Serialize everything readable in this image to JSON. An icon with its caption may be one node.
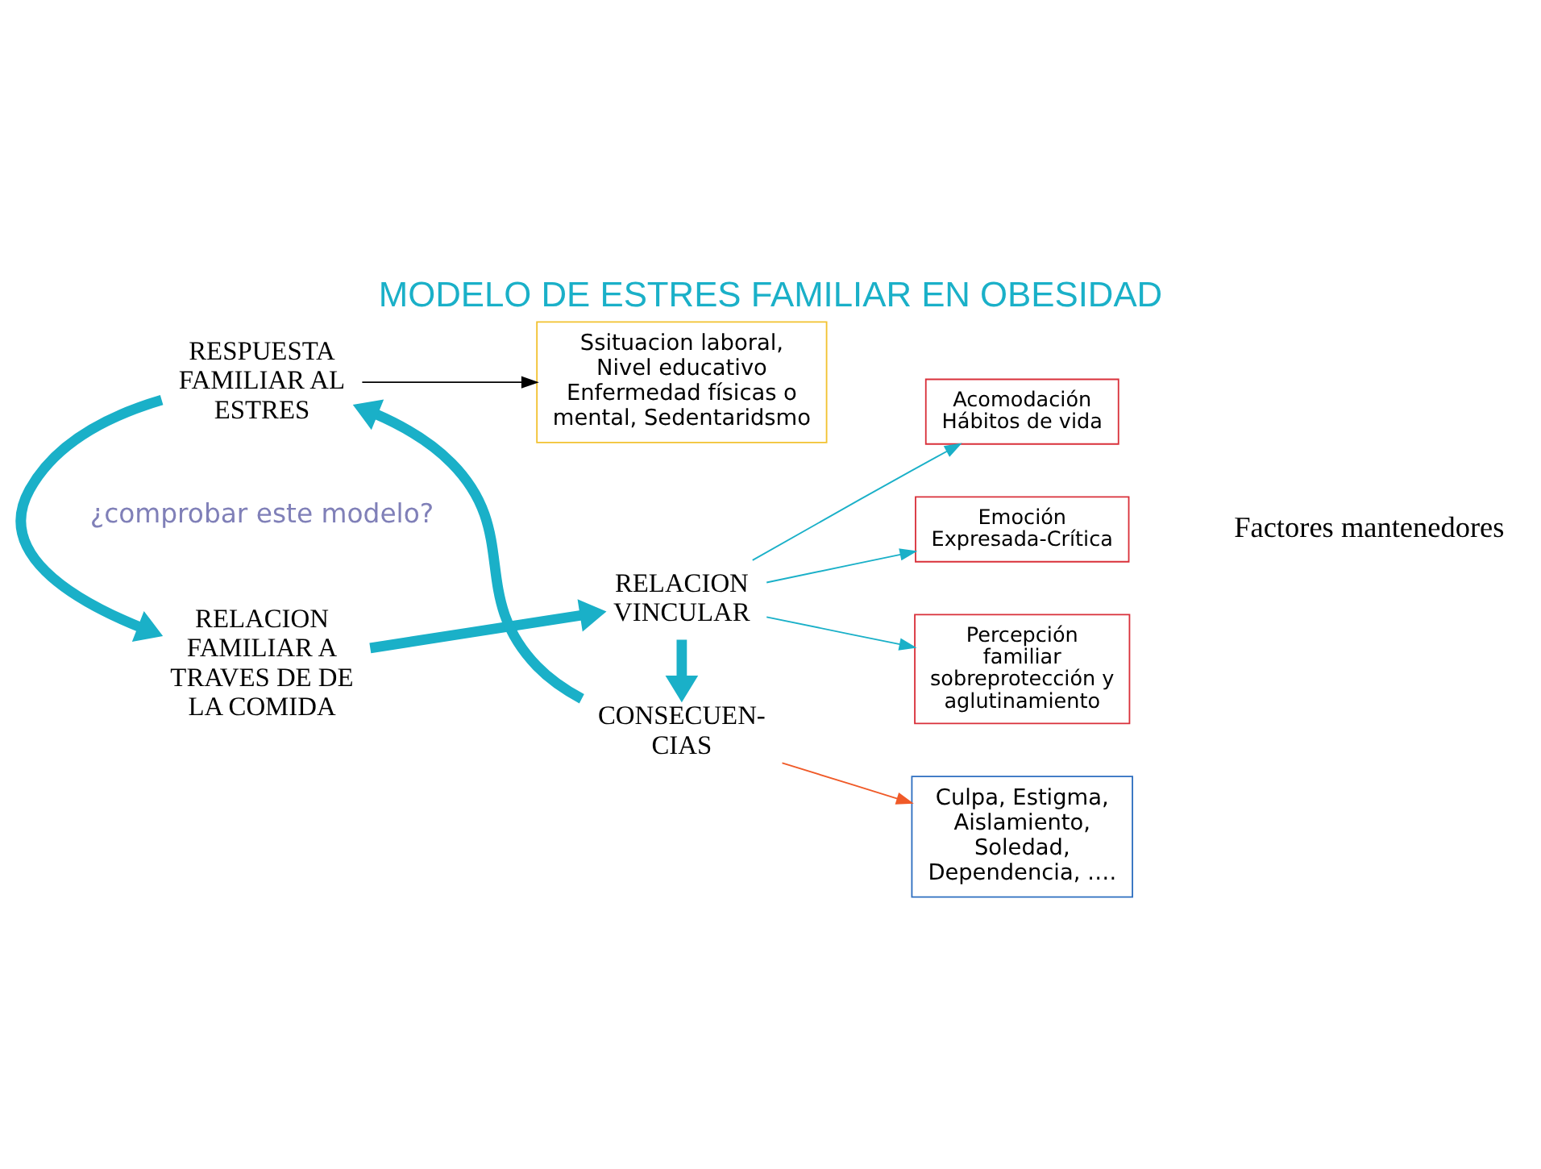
{
  "diagram": {
    "title": "MODELO DE ESTRES FAMILIAR EN OBESIDAD",
    "nodes": [
      {
        "text": [
          "RELACION FAMILIAR A TRAVES DE DE LA COMIDA"
        ]
      },
      {
        "text": [
          "RELACION VINCULAR"
        ]
      },
      {
        "text": [
          "CONSECUEN- CIAS"
        ]
      },
      {
        "text": [
          "RESPUESTA FAMILIAR AL ESTRES"
        ]
      },
      {
        "text": [
          "Acomodación Hábitos de vida"
        ]
      },
      {
        "text": [
          "Emoción Expresada-Crítica"
        ]
      },
      {
        "text": [
          "Percepción familiar sobreprotección y aglutinamiento"
        ]
      },
      {
        "text": [
          "Culpa, Estigma, Aislamiento, Soledad, Dependencia, …."
        ]
      },
      {
        "text": [
          "Ssituacion laboral, Nivel educativo Enfermedad físicas o mental, Sedentaridsmo"
        ]
      }
    ],
    "edges": [
      {
        "from": 0,
        "to": 1,
        "arrow": "to",
        "style": "thick"
      },
      {
        "from": 1,
        "to": 4,
        "arrow": "to"
      },
      {
        "from": 1,
        "to": 5,
        "arrow": "to"
      },
      {
        "from": 1,
        "to": 6,
        "arrow": "to"
      },
      {
        "from": 1,
        "to": 2,
        "arrow": "to",
        "style": "thick"
      },
      {
        "from": 2,
        "to": 7,
        "arrow": "to",
        "color": "#f05a28"
      },
      {
        "from": 2,
        "to": 3,
        "arrow": "to",
        "style": "thick"
      },
      {
        "from": 3,
        "to": 8,
        "arrow": "to",
        "color": "#000000"
      },
      {
        "from": 3,
        "to": 0,
        "arrow": "to",
        "style": "thick"
      }
    ],
    "labels": [
      "¿comprobar este modelo?",
      "Factores mantenedores"
    ]
  }
}
